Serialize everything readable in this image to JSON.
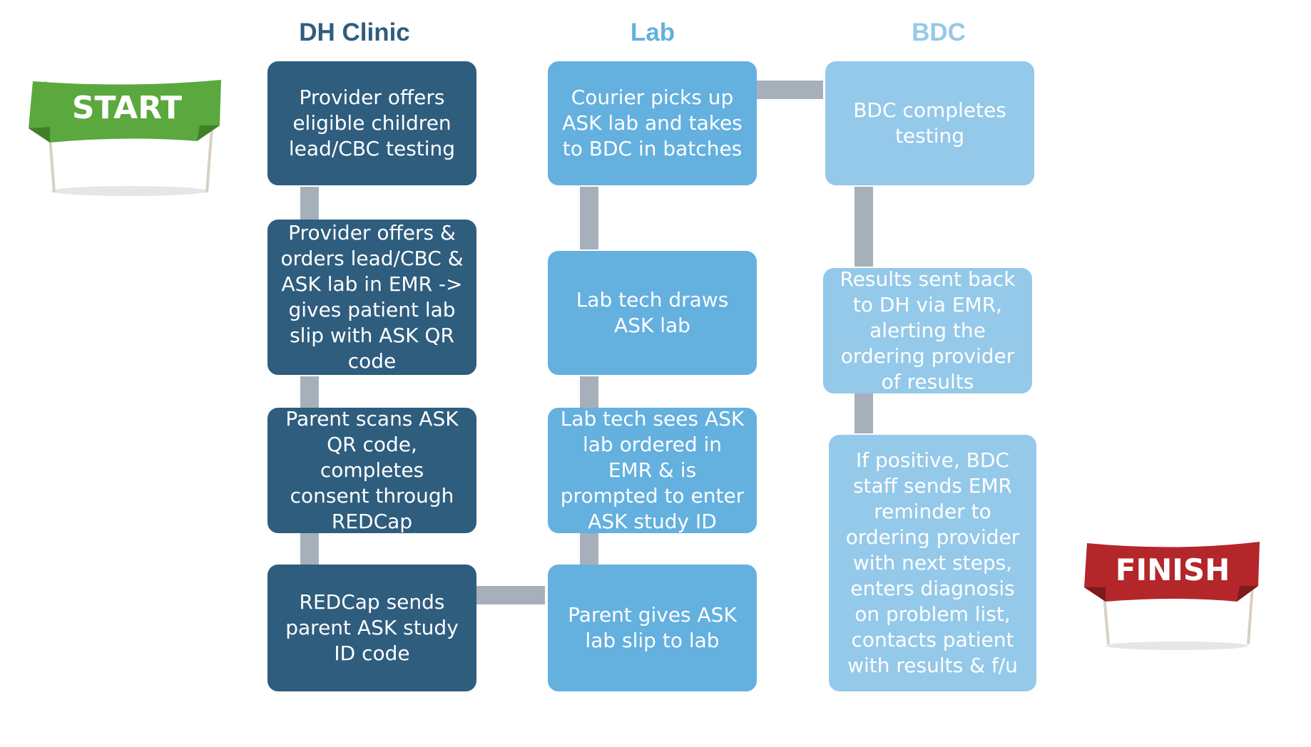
{
  "columns": {
    "clinic": "DH Clinic",
    "lab": "Lab",
    "bdc": "BDC"
  },
  "colors": {
    "clinic_title": "#2e5d7e",
    "lab_title": "#64b0df",
    "bdc_title": "#94c9e9",
    "clinic_box": "#2e5d7e",
    "lab_box": "#64b0df",
    "bdc_box": "#94c9e9",
    "connector": "#a6b0ba",
    "start_flag": "#5aa83e",
    "finish_flag": "#b3262a"
  },
  "flags": {
    "start": "START",
    "finish": "FINISH"
  },
  "clinic_steps": [
    "Provider offers eligible children lead/CBC testing",
    "Provider offers & orders lead/CBC & ASK lab in EMR -> gives patient lab slip with ASK QR code",
    "Parent scans ASK QR code, completes consent through REDCap",
    "REDCap sends parent ASK study ID code"
  ],
  "lab_steps": [
    "Courier picks up ASK lab and takes to BDC in batches",
    "Lab tech draws ASK lab",
    "Lab tech sees ASK lab ordered in EMR & is prompted to enter ASK study ID",
    "Parent gives ASK lab slip to lab"
  ],
  "bdc_steps": [
    "BDC completes testing",
    "Results sent back to DH via EMR, alerting the ordering provider of results",
    "If positive, BDC staff sends EMR reminder to ordering provider with next steps, enters diagnosis on problem list, contacts patient with results & f/u"
  ]
}
